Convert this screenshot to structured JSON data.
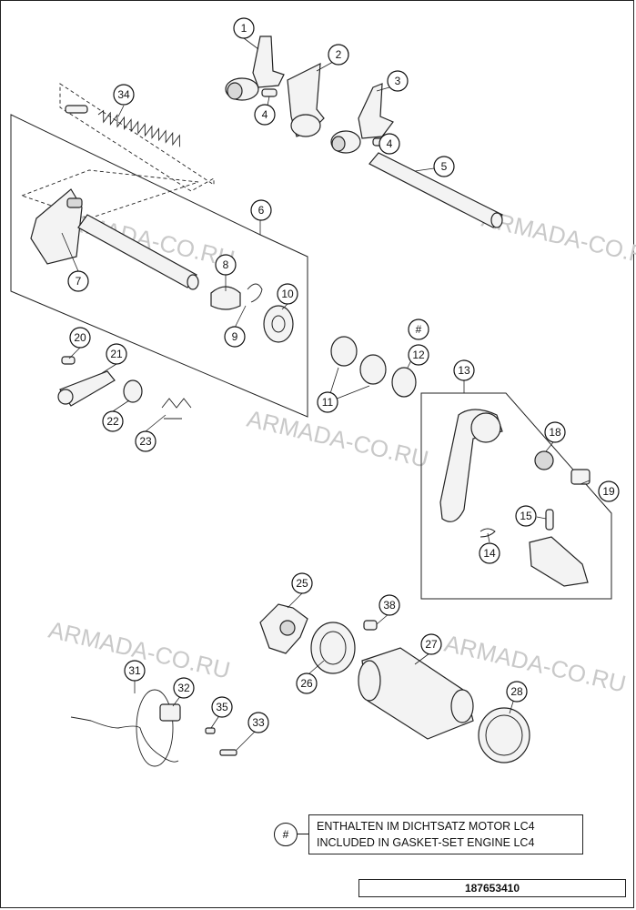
{
  "watermark": "ARMADA-CO.RU",
  "callouts": [
    "1",
    "2",
    "3",
    "4",
    "4",
    "5",
    "6",
    "7",
    "8",
    "9",
    "10",
    "#",
    "12",
    "11",
    "13",
    "18",
    "19",
    "15",
    "14",
    "20",
    "21",
    "22",
    "23",
    "34",
    "25",
    "38",
    "26",
    "27",
    "28",
    "31",
    "32",
    "35",
    "33"
  ],
  "legend": {
    "symbol": "#",
    "line1": "ENTHALTEN IM DICHTSATZ MOTOR LC4",
    "line2": "INCLUDED IN GASKET-SET ENGINE LC4"
  },
  "document_number": "187653410"
}
